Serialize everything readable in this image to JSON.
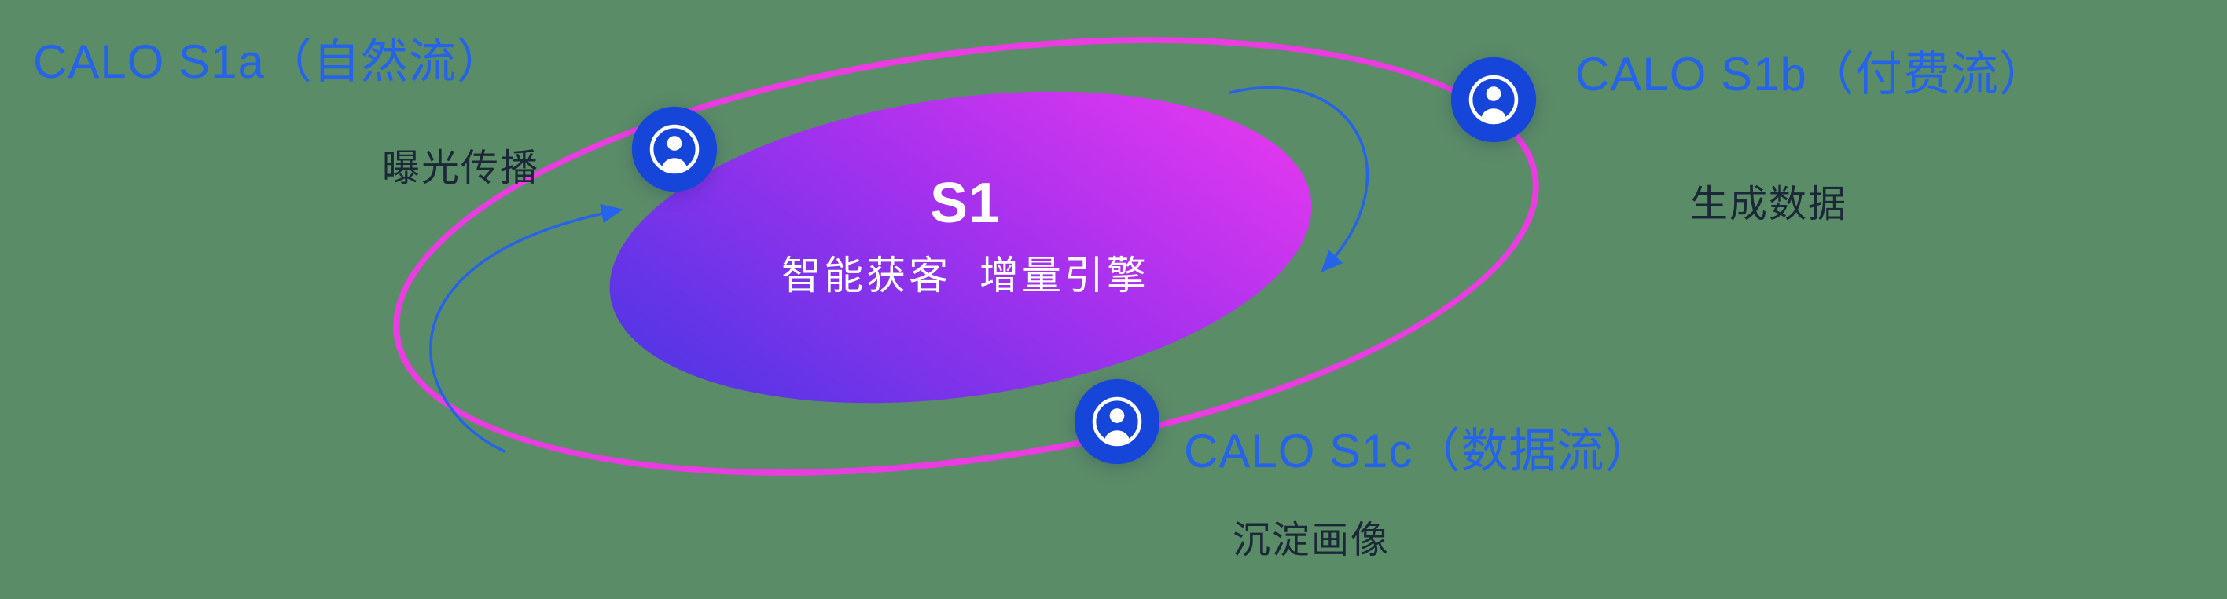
{
  "diagram": {
    "center": {
      "title": "S1",
      "subtitle": "智能获客  增量引擎"
    },
    "nodes": [
      {
        "id": "calo-s1a",
        "title": "CALO S1a（自然流）",
        "subtitle": "曝光传播",
        "icon": "user-icon"
      },
      {
        "id": "calo-s1b",
        "title": "CALO S1b（付费流）",
        "subtitle": "生成数据",
        "icon": "user-icon"
      },
      {
        "id": "calo-s1c",
        "title": "CALO S1c（数据流）",
        "subtitle": "沉淀画像",
        "icon": "user-icon"
      }
    ]
  },
  "colors": {
    "background": "#5b8c68",
    "accent_blue": "#2563eb",
    "dark_text": "#1b2838",
    "orbit_ring": "#ea3ce0",
    "ellipse_gradient_start": "#4936e4",
    "ellipse_gradient_mid": "#a631ee",
    "ellipse_gradient_end": "#e138ef",
    "icon_blue": "#1646d9",
    "icon_glyph": "#ffffff",
    "arrow_blue": "#2563eb",
    "center_text": "#ffffff"
  }
}
